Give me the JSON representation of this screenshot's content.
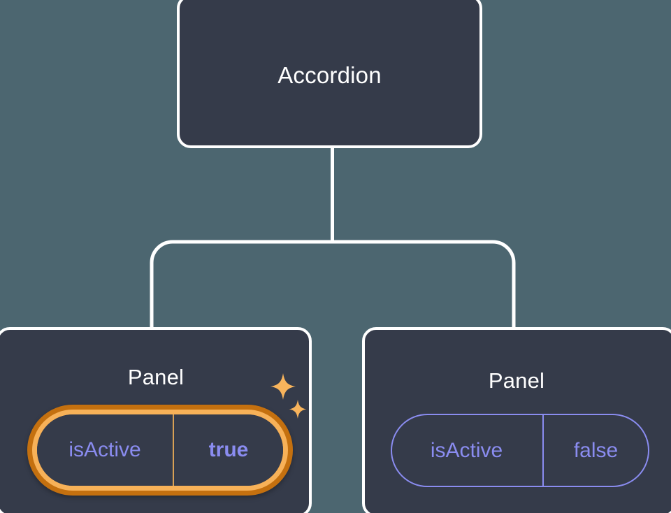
{
  "canvas": {
    "background_color": "#4c6670",
    "node_fill_color": "#353b4a",
    "node_border_color": "#ffffff",
    "connector_color": "#ffffff",
    "prop_text_color": "#8a8cf0",
    "highlight_outer_color": "#c4700f",
    "highlight_inner_color": "#f7b158",
    "sparkle_color": "#f8b45c"
  },
  "tree": {
    "root": {
      "title": "Accordion"
    },
    "children": [
      {
        "title": "Panel",
        "highlighted": true,
        "prop": {
          "name": "isActive",
          "value": "true",
          "value_bold": true
        },
        "sparkle_icon": "sparkles-icon"
      },
      {
        "title": "Panel",
        "highlighted": false,
        "prop": {
          "name": "isActive",
          "value": "false",
          "value_bold": false
        }
      }
    ]
  }
}
